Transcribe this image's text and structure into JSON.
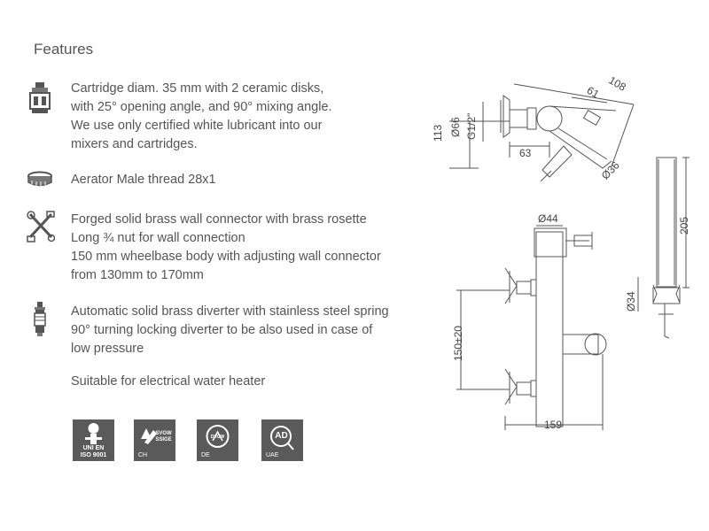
{
  "heading": "Features",
  "features": [
    {
      "icon": "cartridge-icon",
      "lines": [
        "Cartridge diam. 35 mm with 2 ceramic disks,",
        "with 25° opening angle, and 90° mixing angle.",
        "We use only certified white lubricant into our",
        "mixers and cartridges."
      ]
    },
    {
      "icon": "aerator-icon",
      "lines": [
        "Aerator Male thread 28x1"
      ]
    },
    {
      "icon": "tools-icon",
      "lines": [
        "Forged solid brass wall connector with brass rosette",
        "Long ¾ nut for wall connection",
        "150 mm wheelbase body with adjusting wall connector",
        "from 130mm to 170mm"
      ]
    },
    {
      "icon": "diverter-icon",
      "lines": [
        "Automatic solid brass diverter with stainless steel spring",
        "90° turning locking diverter to be also used in case of",
        "low pressure"
      ]
    },
    {
      "icon": "",
      "lines": [
        "Suitable for electrical water heater"
      ]
    }
  ],
  "certifications": [
    {
      "icon": "iso-logo-icon",
      "text1": "UNI EN",
      "text2": "ISO 9001",
      "label": ""
    },
    {
      "icon": "svgw-logo-icon",
      "text1": "SVGW",
      "text2": "SSIGE",
      "label": "CH"
    },
    {
      "icon": "dvgw-logo-icon",
      "text1": "DVGW",
      "text2": "",
      "label": "DE"
    },
    {
      "icon": "ad-logo-icon",
      "text1": "AD",
      "text2": "",
      "label": "UAE"
    }
  ],
  "dimensions": {
    "d108": "108",
    "d61": "61",
    "d113": "113",
    "d66": "Ø66",
    "g12": "G1/2\"",
    "d63": "63",
    "d36": "Ø36",
    "d44": "Ø44",
    "d150": "150±20",
    "d159": "159",
    "d205": "205",
    "d34": "Ø34"
  }
}
